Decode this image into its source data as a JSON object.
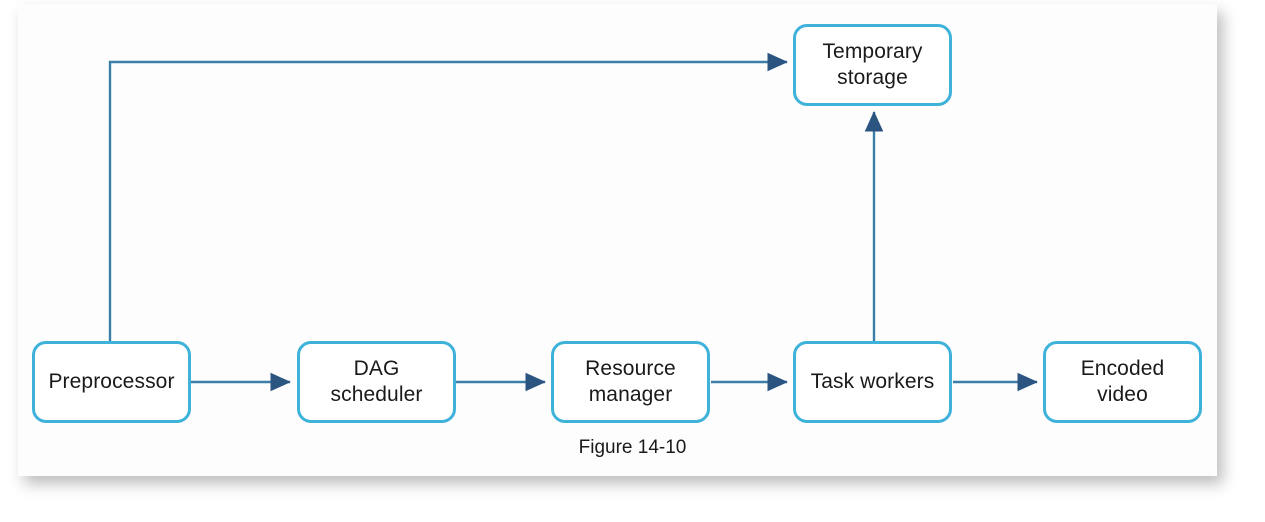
{
  "figure": {
    "caption": "Figure 14-10",
    "type": "flow-diagram"
  },
  "colors": {
    "node_border": "#3fb2da",
    "node_fill": "#ffffff",
    "connector_line": "#3b7ea8",
    "arrow_head": "#2b5480",
    "text": "#1a1a1a",
    "page_background": "#fdfdfd",
    "canvas_background": "#ffffff"
  },
  "nodes": [
    {
      "id": "preprocessor",
      "label": "Preprocessor"
    },
    {
      "id": "dag_scheduler",
      "label": "DAG\nscheduler"
    },
    {
      "id": "resource_mgr",
      "label": "Resource\nmanager"
    },
    {
      "id": "task_workers",
      "label": "Task workers"
    },
    {
      "id": "encoded_video",
      "label": "Encoded\nvideo"
    },
    {
      "id": "temp_storage",
      "label": "Temporary\nstorage"
    }
  ],
  "edges": [
    {
      "id": "e1",
      "from": "preprocessor",
      "to": "dag_scheduler",
      "label": "",
      "style": "straight-horizontal"
    },
    {
      "id": "e2",
      "from": "dag_scheduler",
      "to": "resource_mgr",
      "label": "",
      "style": "straight-horizontal"
    },
    {
      "id": "e3",
      "from": "resource_mgr",
      "to": "task_workers",
      "label": "",
      "style": "straight-horizontal"
    },
    {
      "id": "e4",
      "from": "task_workers",
      "to": "encoded_video",
      "label": "",
      "style": "straight-horizontal"
    },
    {
      "id": "e5",
      "from": "task_workers",
      "to": "temp_storage",
      "label": "",
      "style": "straight-vertical-up"
    },
    {
      "id": "e6",
      "from": "preprocessor",
      "to": "temp_storage",
      "label": "",
      "style": "orthogonal-up-right"
    }
  ]
}
